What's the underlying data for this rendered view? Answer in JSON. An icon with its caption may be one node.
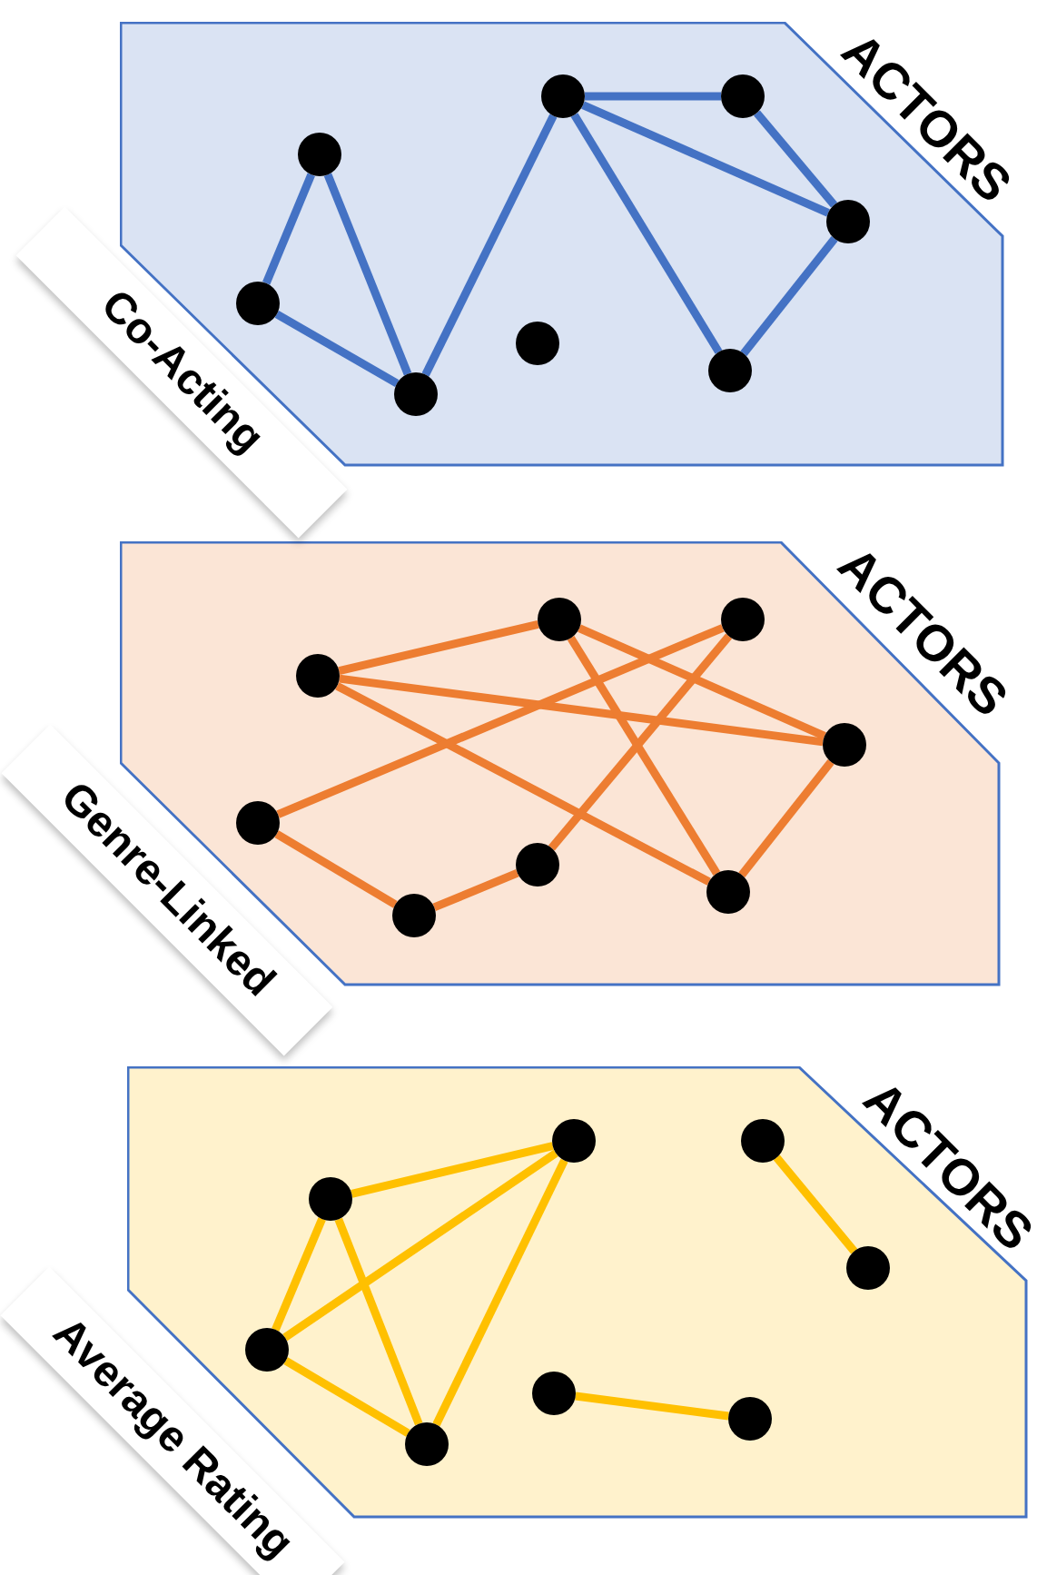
{
  "diagram": {
    "nodes": [
      {
        "text": [
          "ACTORS"
        ]
      },
      {
        "text": [],
        "shape": "circle",
        "in": 0
      },
      {
        "text": [],
        "shape": "circle",
        "in": 0
      },
      {
        "text": [],
        "shape": "circle",
        "in": 0
      },
      {
        "text": [],
        "shape": "circle",
        "in": 0
      },
      {
        "text": [],
        "shape": "circle",
        "in": 0
      },
      {
        "text": [],
        "shape": "circle",
        "in": 0
      },
      {
        "text": [],
        "shape": "circle",
        "in": 0
      },
      {
        "text": [],
        "shape": "circle",
        "in": 0
      },
      {
        "text": [
          "ACTORS"
        ]
      },
      {
        "text": [],
        "shape": "circle",
        "in": 9
      },
      {
        "text": [],
        "shape": "circle",
        "in": 9
      },
      {
        "text": [],
        "shape": "circle",
        "in": 9
      },
      {
        "text": [],
        "shape": "circle",
        "in": 9
      },
      {
        "text": [],
        "shape": "circle",
        "in": 9
      },
      {
        "text": [],
        "shape": "circle",
        "in": 9
      },
      {
        "text": [],
        "shape": "circle",
        "in": 9
      },
      {
        "text": [],
        "shape": "circle",
        "in": 9
      },
      {
        "text": [
          "ACTORS"
        ]
      },
      {
        "text": [],
        "shape": "circle",
        "in": 18
      },
      {
        "text": [],
        "shape": "circle",
        "in": 18
      },
      {
        "text": [],
        "shape": "circle",
        "in": 18
      },
      {
        "text": [],
        "shape": "circle",
        "in": 18
      },
      {
        "text": [],
        "shape": "circle",
        "in": 18
      },
      {
        "text": [],
        "shape": "circle",
        "in": 18
      },
      {
        "text": [],
        "shape": "circle",
        "in": 18
      },
      {
        "text": [],
        "shape": "circle",
        "in": 18
      }
    ],
    "edges": [
      {
        "from": 1,
        "to": 2,
        "arrow": "none",
        "color": "#4472c4"
      },
      {
        "from": 1,
        "to": 3,
        "arrow": "none",
        "color": "#4472c4"
      },
      {
        "from": 2,
        "to": 3,
        "arrow": "none",
        "color": "#4472c4"
      },
      {
        "from": 3,
        "to": 5,
        "arrow": "none",
        "color": "#4472c4"
      },
      {
        "from": 5,
        "to": 6,
        "arrow": "none",
        "color": "#4472c4"
      },
      {
        "from": 5,
        "to": 7,
        "arrow": "none",
        "color": "#4472c4"
      },
      {
        "from": 5,
        "to": 8,
        "arrow": "none",
        "color": "#4472c4"
      },
      {
        "from": 6,
        "to": 7,
        "arrow": "none",
        "color": "#4472c4"
      },
      {
        "from": 7,
        "to": 8,
        "arrow": "none",
        "color": "#4472c4"
      },
      {
        "from": 10,
        "to": 11,
        "arrow": "none",
        "color": "#ed7d31"
      },
      {
        "from": 10,
        "to": 13,
        "arrow": "none",
        "color": "#ed7d31"
      },
      {
        "from": 10,
        "to": 17,
        "arrow": "none",
        "color": "#ed7d31"
      },
      {
        "from": 11,
        "to": 13,
        "arrow": "none",
        "color": "#ed7d31"
      },
      {
        "from": 11,
        "to": 17,
        "arrow": "none",
        "color": "#ed7d31"
      },
      {
        "from": 12,
        "to": 14,
        "arrow": "none",
        "color": "#ed7d31"
      },
      {
        "from": 12,
        "to": 16,
        "arrow": "none",
        "color": "#ed7d31"
      },
      {
        "from": 14,
        "to": 15,
        "arrow": "none",
        "color": "#ed7d31"
      },
      {
        "from": 15,
        "to": 16,
        "arrow": "none",
        "color": "#ed7d31"
      },
      {
        "from": 13,
        "to": 17,
        "arrow": "none",
        "color": "#ed7d31"
      },
      {
        "from": 19,
        "to": 20,
        "arrow": "none",
        "color": "#ffc000"
      },
      {
        "from": 19,
        "to": 21,
        "arrow": "none",
        "color": "#ffc000"
      },
      {
        "from": 19,
        "to": 22,
        "arrow": "none",
        "color": "#ffc000"
      },
      {
        "from": 20,
        "to": 21,
        "arrow": "none",
        "color": "#ffc000"
      },
      {
        "from": 20,
        "to": 22,
        "arrow": "none",
        "color": "#ffc000"
      },
      {
        "from": 21,
        "to": 22,
        "arrow": "none",
        "color": "#ffc000"
      },
      {
        "from": 23,
        "to": 24,
        "arrow": "none",
        "color": "#ffc000"
      },
      {
        "from": 25,
        "to": 26,
        "arrow": "none",
        "color": "#ffc000"
      }
    ],
    "labels": [
      "Co-Acting",
      "Genre-Linked",
      "Average Rating"
    ]
  }
}
